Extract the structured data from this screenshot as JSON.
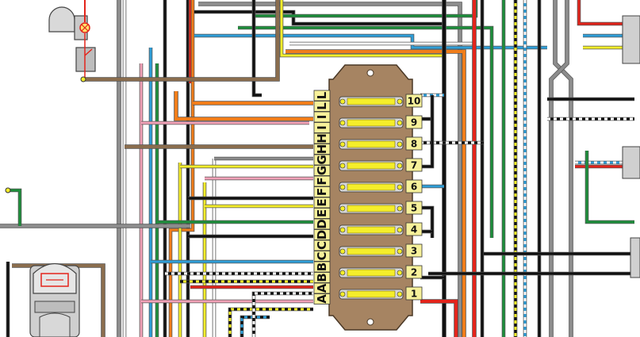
{
  "diagram": {
    "fuse_box": {
      "left_terminals": [
        "L",
        "L",
        "I",
        "I",
        "H",
        "H",
        "G",
        "G",
        "F",
        "F",
        "E",
        "E",
        "D",
        "D",
        "C",
        "C",
        "B",
        "B",
        "A",
        "A"
      ],
      "right_terminals": [
        "10",
        "9",
        "8",
        "7",
        "6",
        "5",
        "4",
        "3",
        "2",
        "1"
      ]
    },
    "wire_colors": {
      "black": "#111111",
      "red": "#e3241b",
      "orange": "#f07d1a",
      "yellow": "#f5ee2a",
      "green": "#1d8f3b",
      "blue": "#2f9ed8",
      "grey": "#8c8c8c",
      "brown": "#8a6d4e",
      "pink": "#f2a2b8",
      "white": "#ffffff"
    },
    "fuse_box_body_color": "#a68462",
    "components": [
      "lamp-housing",
      "ignition-switch",
      "fuse-box"
    ]
  }
}
